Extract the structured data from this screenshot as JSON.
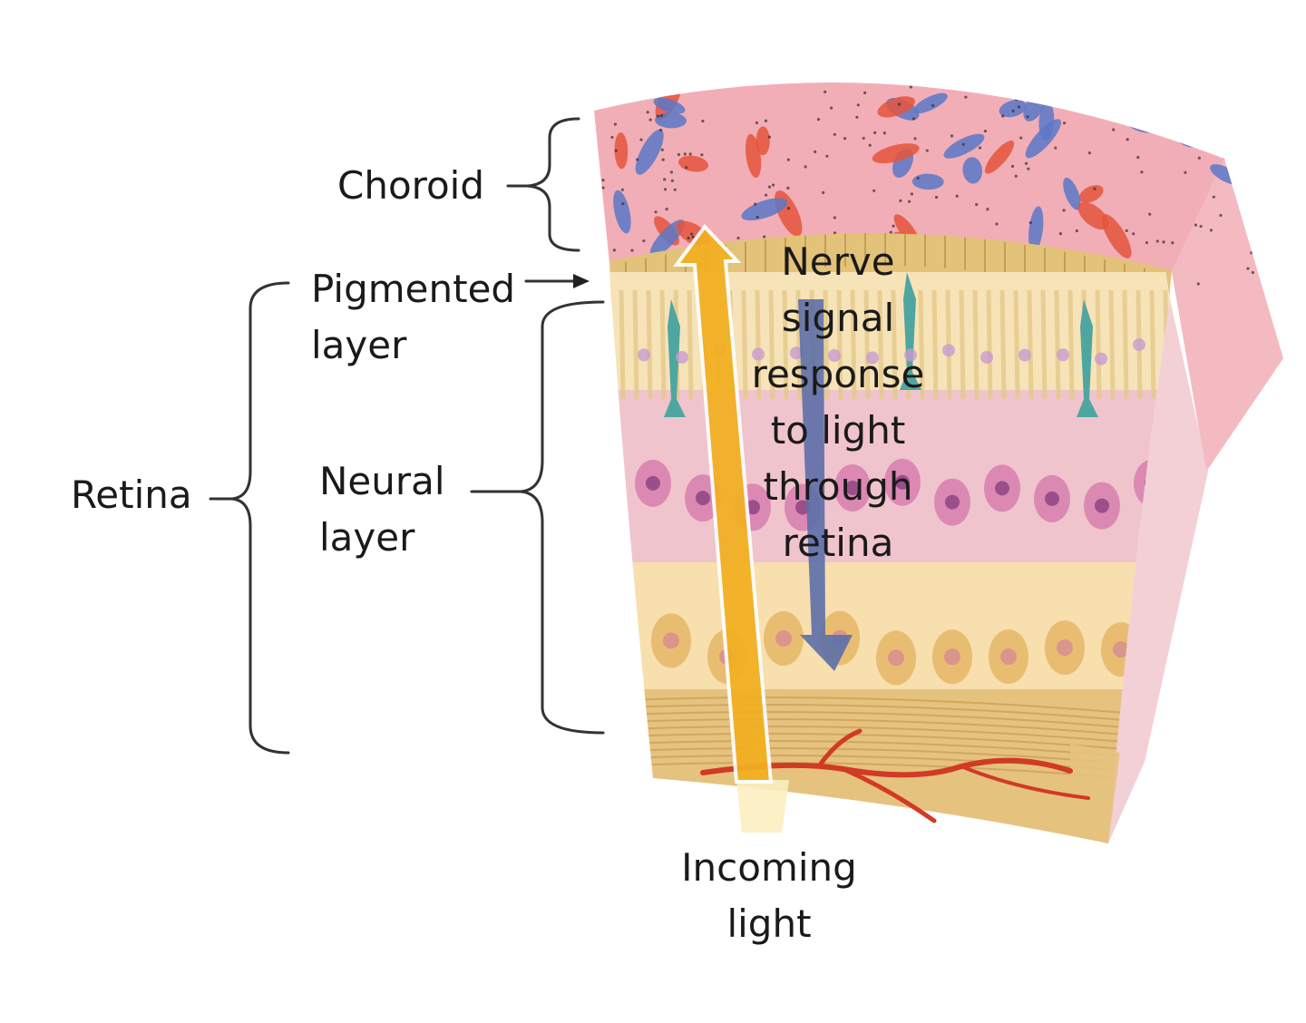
{
  "labels": {
    "choroid": "Choroid",
    "pigmented_layer": "Pigmented\nlayer",
    "neural_layer": "Neural\nlayer",
    "retina": "Retina",
    "nerve_signal": "Nerve\nsignal\nresponse\nto light\nthrough\nretina",
    "incoming_light": "Incoming\nlight"
  },
  "colors": {
    "choroid_tissue": "#f2aeb6",
    "red_blood_cell": "#e5553c",
    "blue_cell": "#5a78c8",
    "pigmented_layer": "#e3c27a",
    "neural_layer_upper": "#f7e3b8",
    "neural_layer_pink": "#f0c4cc",
    "neural_layer_lower": "#f7dfae",
    "nerve_fiber_layer": "#e6c27f",
    "blood_vessel": "#d13a24",
    "light_beam": "#f2b020",
    "signal_arrow": "#5c6fa8",
    "photoreceptor_teal": "#4fa6a0",
    "cell_body_pink": "#d77fae",
    "cell_body_tan": "#e7b96a"
  }
}
